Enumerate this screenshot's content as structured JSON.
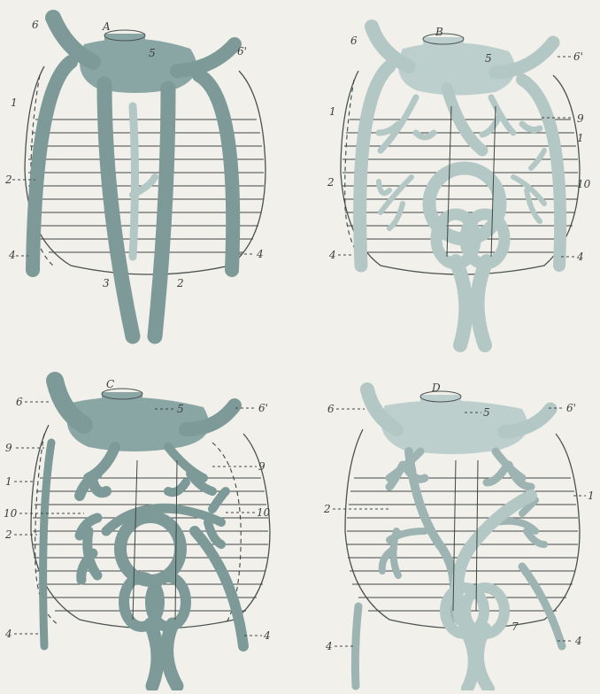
{
  "panels": [
    {
      "id": "A",
      "letter": "A",
      "labels": {
        "top_left": "6",
        "top_right": "6'",
        "left_1": "1",
        "left_2": "2",
        "left_4": "4",
        "right_4": "4",
        "bottom_3": "3",
        "bottom_2": "2",
        "center_5": "5"
      }
    },
    {
      "id": "B",
      "letter": "B",
      "labels": {
        "top_left": "6",
        "top_right": "6'",
        "left_1": "1",
        "left_2": "2",
        "left_4": "4",
        "right_9": "9",
        "right_1": "1",
        "right_10": "10",
        "right_4": "4",
        "center_5": "5"
      }
    },
    {
      "id": "C",
      "letter": "C",
      "labels": {
        "top_left": "6",
        "top_right": "6'",
        "left_9": "9",
        "left_1": "1",
        "left_10": "10",
        "left_2": "2",
        "left_4": "4",
        "right_9": "9",
        "right_10": "10",
        "right_4": "4",
        "center_5": "5"
      }
    },
    {
      "id": "D",
      "letter": "D",
      "labels": {
        "top_left": "6",
        "top_right": "6'",
        "left_2": "2",
        "right_1": "1",
        "left_4": "4",
        "right_4": "4",
        "bottom_7": "7",
        "center_5": "5"
      }
    }
  ]
}
